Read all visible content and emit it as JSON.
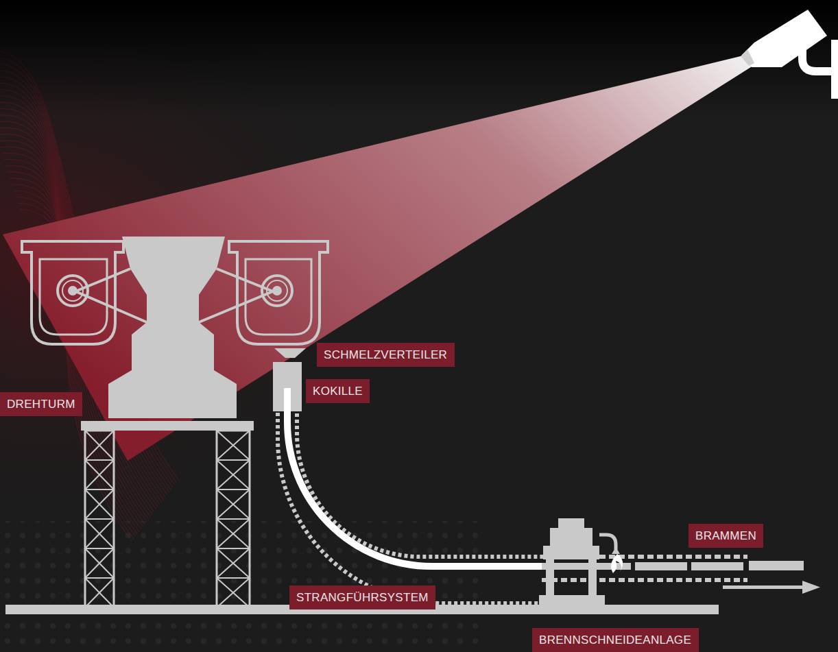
{
  "diagram": {
    "nodes": [
      {
        "text": [
          "SCHMELZVERTEILER"
        ]
      },
      {
        "text": [
          "KOKILLE"
        ]
      },
      {
        "text": [
          "DREHTURM"
        ]
      },
      {
        "text": [
          "BRAMMEN"
        ]
      },
      {
        "text": [
          "STRANGFÜHRSYSTEM"
        ]
      },
      {
        "text": [
          "BRENNSCHNEIDEANLAGE"
        ]
      }
    ]
  }
}
